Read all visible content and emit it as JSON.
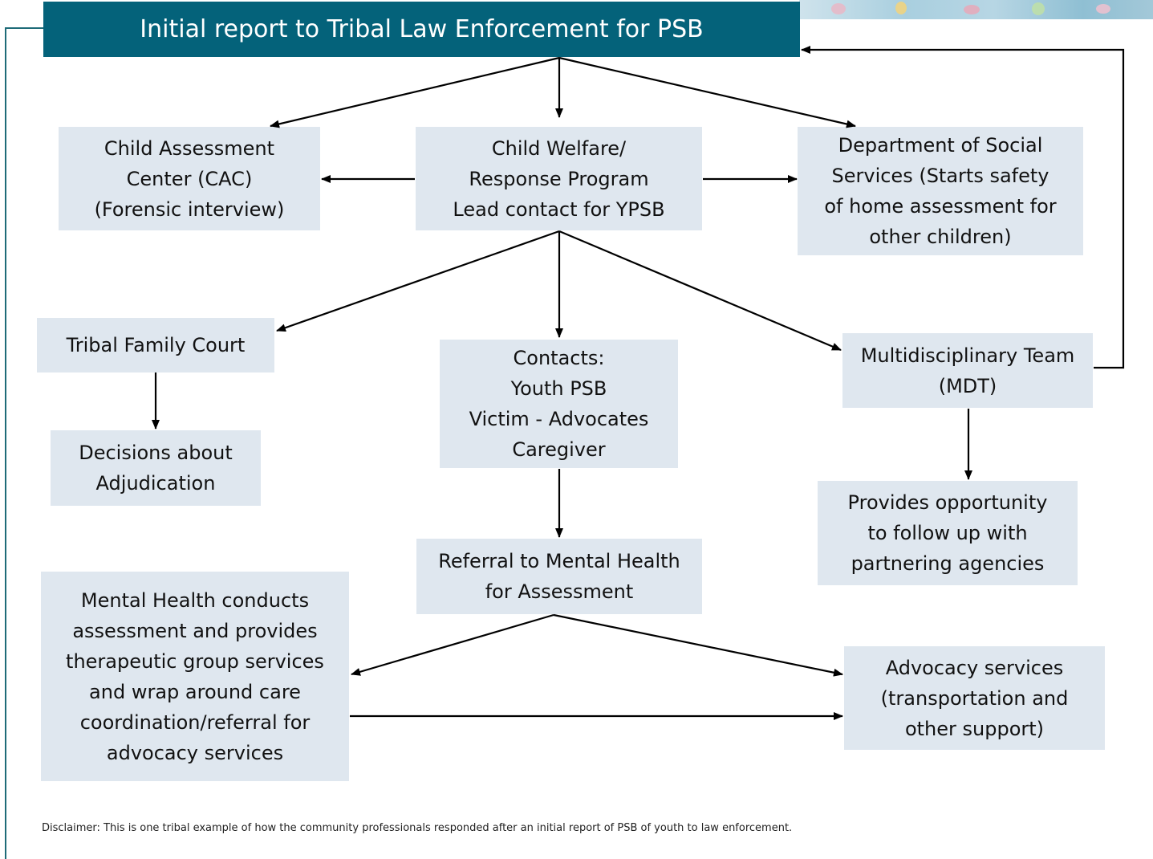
{
  "header": {
    "title": "Initial report to Tribal Law Enforcement for PSB"
  },
  "nodes": {
    "cac": {
      "lines": [
        "Child Assessment",
        "Center (CAC)",
        "(Forensic interview)"
      ]
    },
    "child_welfare": {
      "lines": [
        "Child Welfare/",
        "Response Program",
        "Lead contact for YPSB"
      ]
    },
    "social_services": {
      "lines": [
        "Department of Social",
        "Services (Starts safety",
        "of home assessment for",
        "other children)"
      ]
    },
    "family_court": {
      "lines": [
        "Tribal Family Court"
      ]
    },
    "contacts": {
      "lines": [
        "Contacts:",
        "Youth PSB",
        "Victim - Advocates",
        "Caregiver"
      ]
    },
    "mdt": {
      "lines": [
        "Multidisciplinary Team",
        "(MDT)"
      ]
    },
    "adjudication": {
      "lines": [
        "Decisions about",
        "Adjudication"
      ]
    },
    "follow_up": {
      "lines": [
        "Provides opportunity",
        "to follow up with",
        "partnering agencies"
      ]
    },
    "referral": {
      "lines": [
        "Referral to Mental Health",
        "for Assessment"
      ]
    },
    "mental_health": {
      "lines": [
        "Mental Health conducts",
        "assessment and provides",
        "therapeutic group services",
        "and wrap around care",
        "coordination/referral for",
        "advocacy services"
      ]
    },
    "advocacy": {
      "lines": [
        "Advocacy services",
        "(transportation and",
        "other support)"
      ]
    }
  },
  "disclaimer": "Disclaimer: This is one tribal example of how the community professionals responded after an  initial report of PSB of youth to law enforcement.",
  "colors": {
    "header_bg": "#04627a",
    "box_bg": "#dfe7ef",
    "frame": "#1e6b78",
    "arrow": "#000000"
  }
}
